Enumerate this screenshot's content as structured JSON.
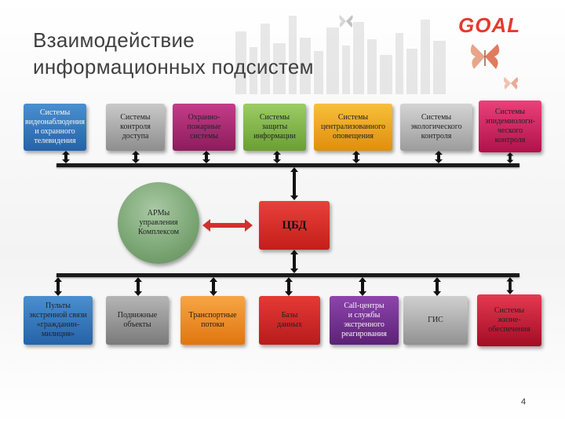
{
  "slide": {
    "title_line1": "Взаимодействие",
    "title_line2": "информационных подсистем",
    "logo_text": "GOAL",
    "page_number": "4"
  },
  "top_row": [
    {
      "lines": [
        "Системы",
        "видеонаблюдения",
        "и охранного",
        "телевидения"
      ],
      "color": "#2e75b6"
    },
    {
      "lines": [
        "Системы",
        "контроля",
        "доступа"
      ],
      "color": "#9a9a9a"
    },
    {
      "lines": [
        "Охранно-",
        "пожарные",
        "системы"
      ],
      "color": "#a7286e"
    },
    {
      "lines": [
        "Системы",
        "защиты",
        "информации"
      ],
      "color": "#7cb342"
    },
    {
      "lines": [
        "Системы",
        "централизованного",
        "оповещения"
      ],
      "color": "#f2a51a"
    },
    {
      "lines": [
        "Системы",
        "экологического",
        "контроля"
      ],
      "color": "#b4b4b4"
    },
    {
      "lines": [
        "Системы",
        "эпидемиологи-",
        "ческого",
        "контроля"
      ],
      "color": "#d81b60"
    }
  ],
  "center": {
    "arm_lines": [
      "АРМы",
      "управления",
      "Комплексом"
    ],
    "cbd_label": "ЦБД"
  },
  "bottom_row": [
    {
      "lines": [
        "Пульты",
        "экстренной связи",
        "«гражданин-",
        "милиция»"
      ],
      "color": "#2e75b6"
    },
    {
      "lines": [
        "Подвижные",
        "объекты"
      ],
      "color": "#8a8a8a"
    },
    {
      "lines": [
        "Транспортные",
        "потоки"
      ],
      "color": "#f08a1c"
    },
    {
      "lines": [
        "Базы",
        "данных"
      ],
      "color": "#d81b1b"
    },
    {
      "lines": [
        "Call-центры",
        "и службы",
        "экстренного",
        "реагирования"
      ],
      "color": "#6a2c8c"
    },
    {
      "lines": [
        "ГИС"
      ],
      "color": "#a8a8a8"
    },
    {
      "lines": [
        "Системы",
        "жизне-",
        "обеспечения"
      ],
      "color": "#c8102e"
    }
  ]
}
